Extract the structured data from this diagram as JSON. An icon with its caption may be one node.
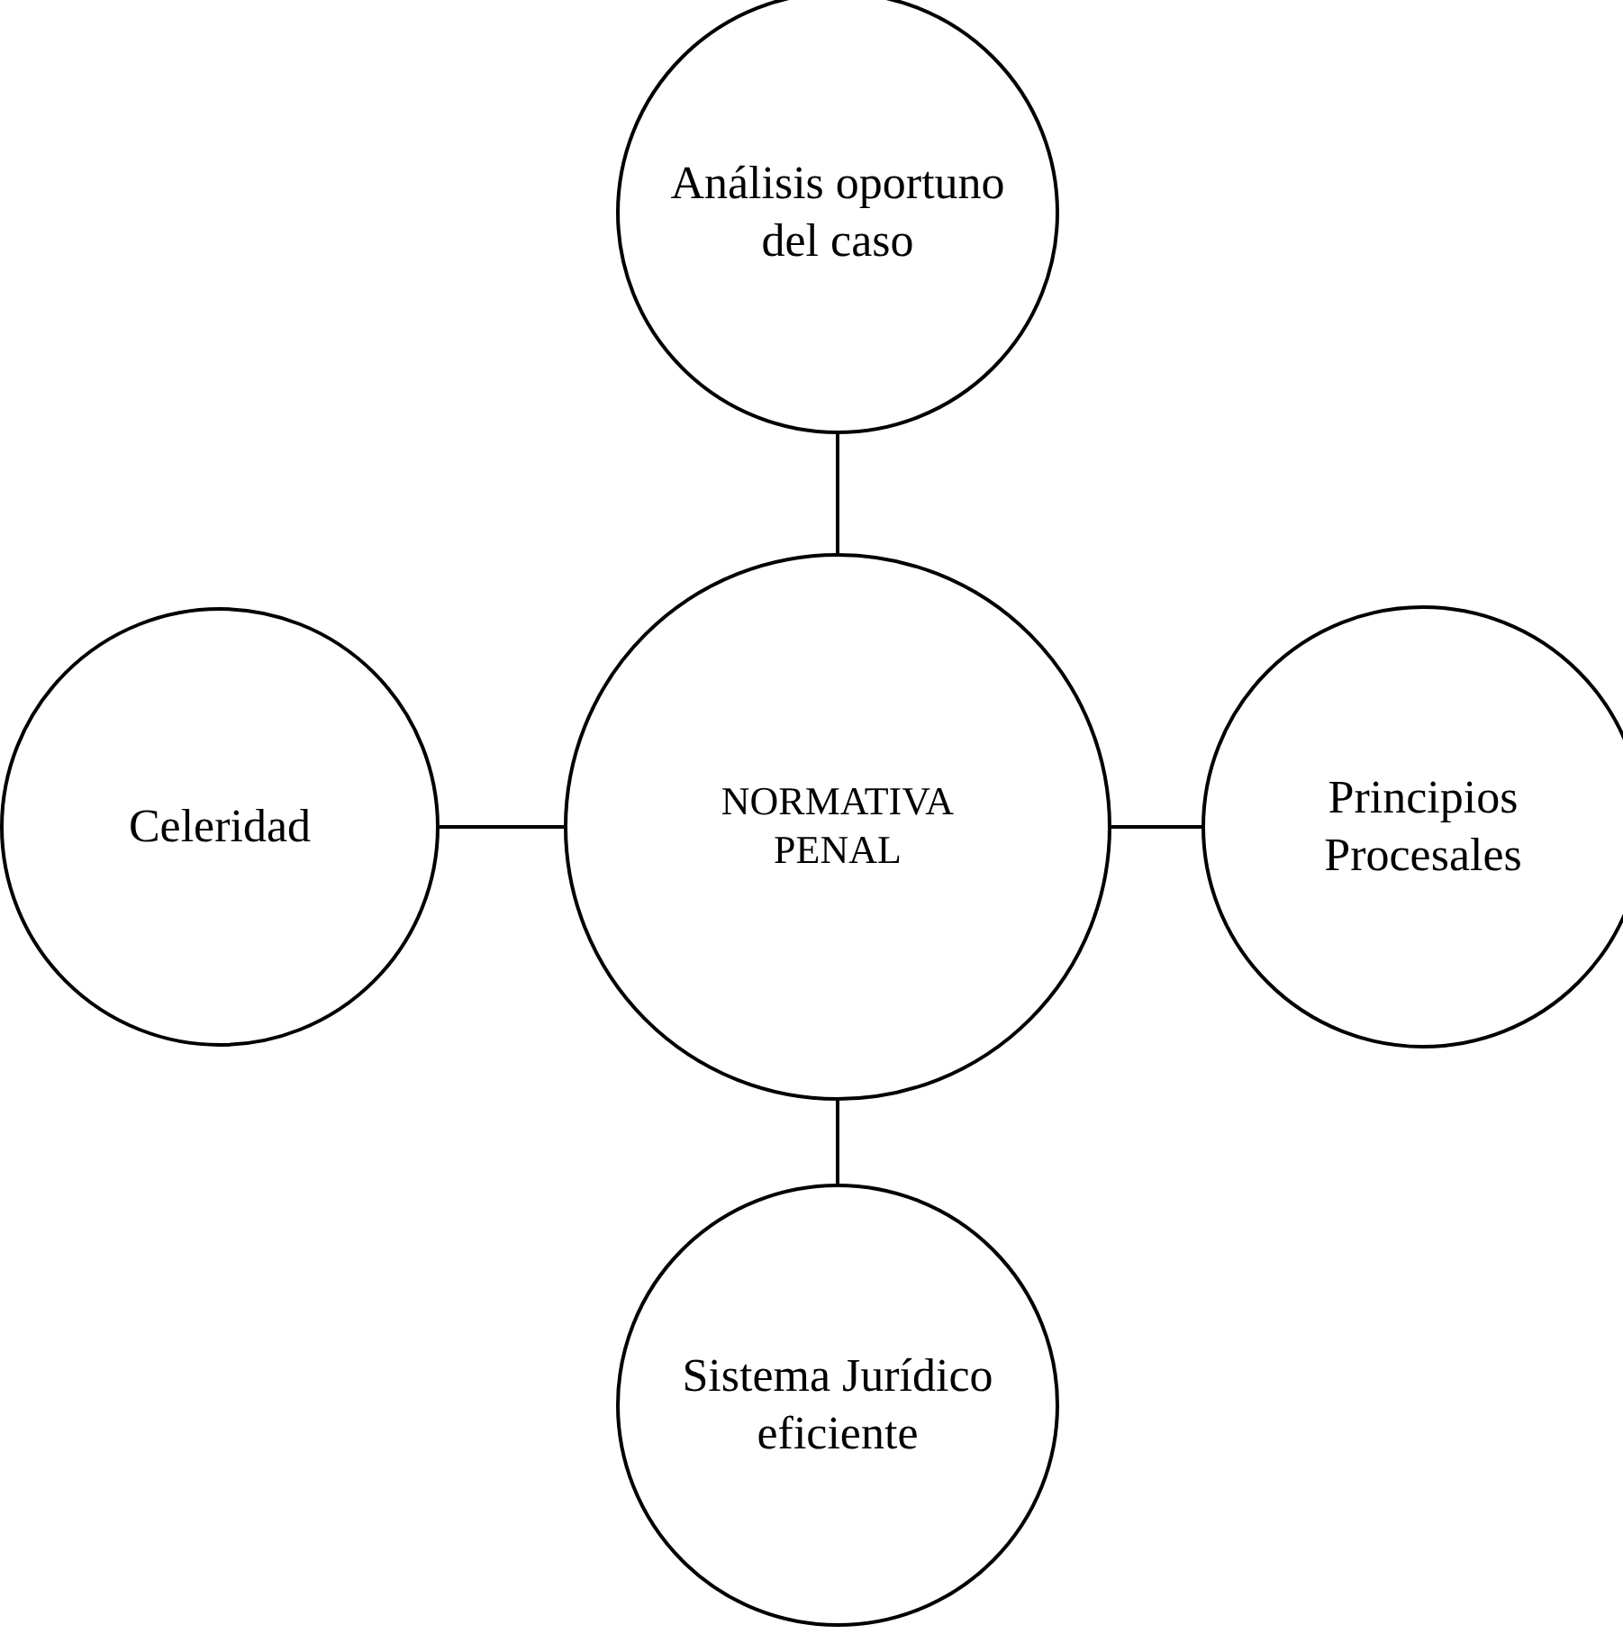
{
  "diagram": {
    "nodes": [
      {
        "text": [
          "Análisis oportuno del caso"
        ]
      },
      {
        "text": [
          "Celeridad"
        ]
      },
      {
        "text": [
          "NORMATIVA PENAL"
        ]
      },
      {
        "text": [
          "Principios Procesales"
        ]
      },
      {
        "text": [
          "Sistema Jurídico eficiente"
        ]
      }
    ],
    "edges": [
      {
        "from": 2,
        "to": 0,
        "arrow": "none"
      },
      {
        "from": 2,
        "to": 1,
        "arrow": "none"
      },
      {
        "from": 2,
        "to": 3,
        "arrow": "none"
      },
      {
        "from": 2,
        "to": 4,
        "arrow": "none"
      }
    ]
  }
}
